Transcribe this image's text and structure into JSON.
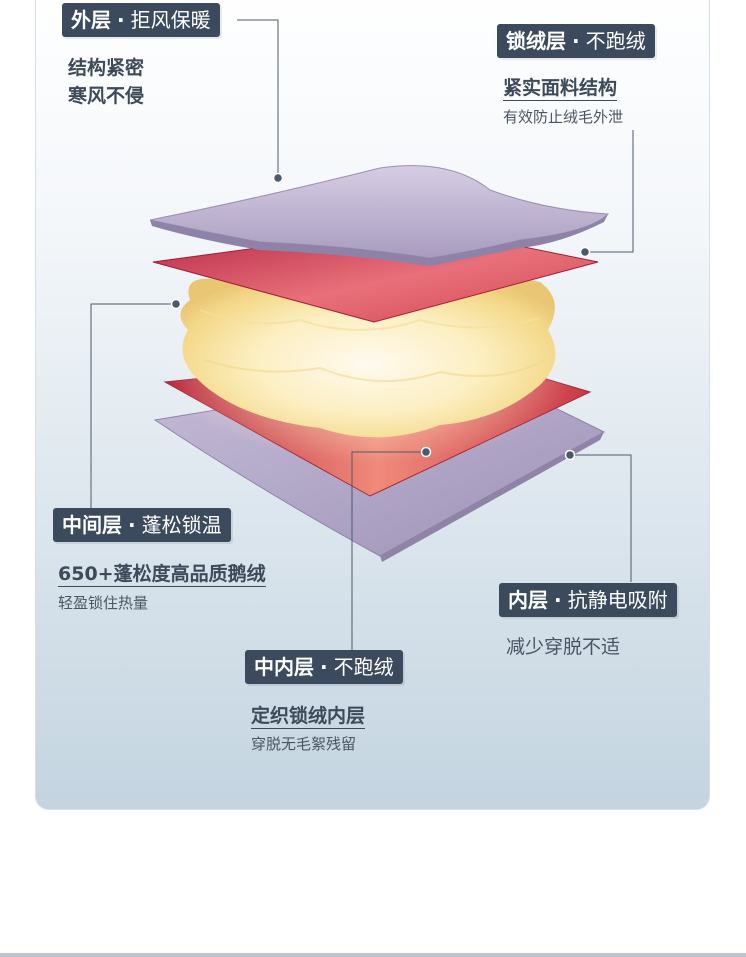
{
  "outer": {
    "badge_title": "外层",
    "badge_sep": "·",
    "badge_text": "拒风保暖",
    "line1": "结构紧密",
    "line2": "寒风不侵"
  },
  "lock_layer": {
    "badge_title": "锁绒层",
    "badge_sep": "·",
    "badge_text": "不跑绒",
    "headline": "紧实面料结构",
    "desc": "有效防止绒毛外泄"
  },
  "middle": {
    "badge_title": "中间层",
    "badge_sep": "·",
    "badge_text": "蓬松锁温",
    "headline": "650+蓬松度高品质鹅绒",
    "desc": "轻盈锁住热量"
  },
  "inner": {
    "badge_title": "内层",
    "badge_sep": "·",
    "badge_text": "抗静电吸附",
    "desc": "减少穿脱不适"
  },
  "mid_inner": {
    "badge_title": "中内层",
    "badge_sep": "·",
    "badge_text": "不跑绒",
    "headline": "定织锁绒内层",
    "desc": "穿脱无毛絮残留"
  },
  "colors": {
    "badge_bg": "#3b4a5c",
    "lavender_fabric": "#b8adc9",
    "red_fabric": "#c0314a",
    "down_fill": "#fbe8a8"
  }
}
